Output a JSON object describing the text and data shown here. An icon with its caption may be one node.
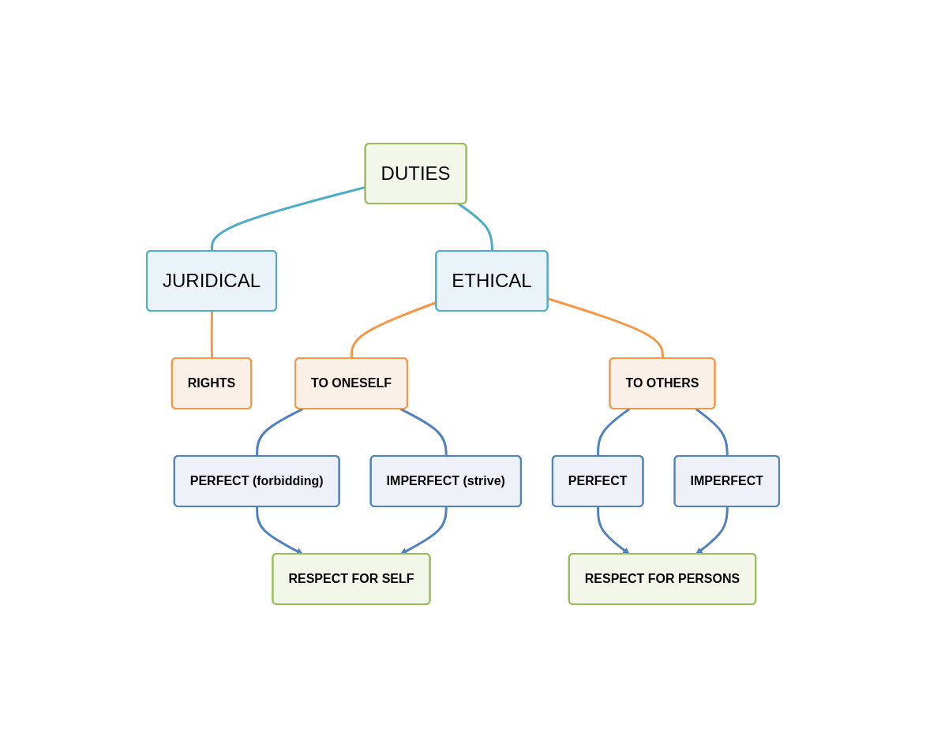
{
  "diagram": {
    "nodes": [
      {
        "text": [
          "DUTIES"
        ]
      },
      {
        "text": [
          "JURIDICAL"
        ]
      },
      {
        "text": [
          "ETHICAL"
        ]
      },
      {
        "text": [
          "RIGHTS"
        ]
      },
      {
        "text": [
          "TO ONESELF"
        ]
      },
      {
        "text": [
          "TO OTHERS"
        ]
      },
      {
        "text": [
          "PERFECT (forbidding)"
        ]
      },
      {
        "text": [
          "IMPERFECT (strive)"
        ]
      },
      {
        "text": [
          "PERFECT"
        ]
      },
      {
        "text": [
          "IMPERFECT"
        ]
      },
      {
        "text": [
          "RESPECT FOR SELF"
        ]
      },
      {
        "text": [
          "RESPECT FOR PERSONS"
        ]
      }
    ],
    "edges": [
      {
        "from": 0,
        "to": 1,
        "arrow": "none",
        "color": "#4bacc6"
      },
      {
        "from": 0,
        "to": 2,
        "arrow": "none",
        "color": "#4bacc6"
      },
      {
        "from": 1,
        "to": 3,
        "arrow": "none",
        "color": "#f79646"
      },
      {
        "from": 2,
        "to": 4,
        "arrow": "none",
        "color": "#f79646"
      },
      {
        "from": 2,
        "to": 5,
        "arrow": "none",
        "color": "#f79646"
      },
      {
        "from": 4,
        "to": 6,
        "arrow": "none"
      },
      {
        "from": 4,
        "to": 7,
        "arrow": "none"
      },
      {
        "from": 5,
        "to": 8,
        "arrow": "none"
      },
      {
        "from": 5,
        "to": 9,
        "arrow": "none"
      },
      {
        "from": 6,
        "to": 10,
        "arrow": "to"
      },
      {
        "from": 7,
        "to": 10,
        "arrow": "to"
      },
      {
        "from": 8,
        "to": 11,
        "arrow": "to"
      },
      {
        "from": 9,
        "to": 11,
        "arrow": "to"
      }
    ]
  }
}
